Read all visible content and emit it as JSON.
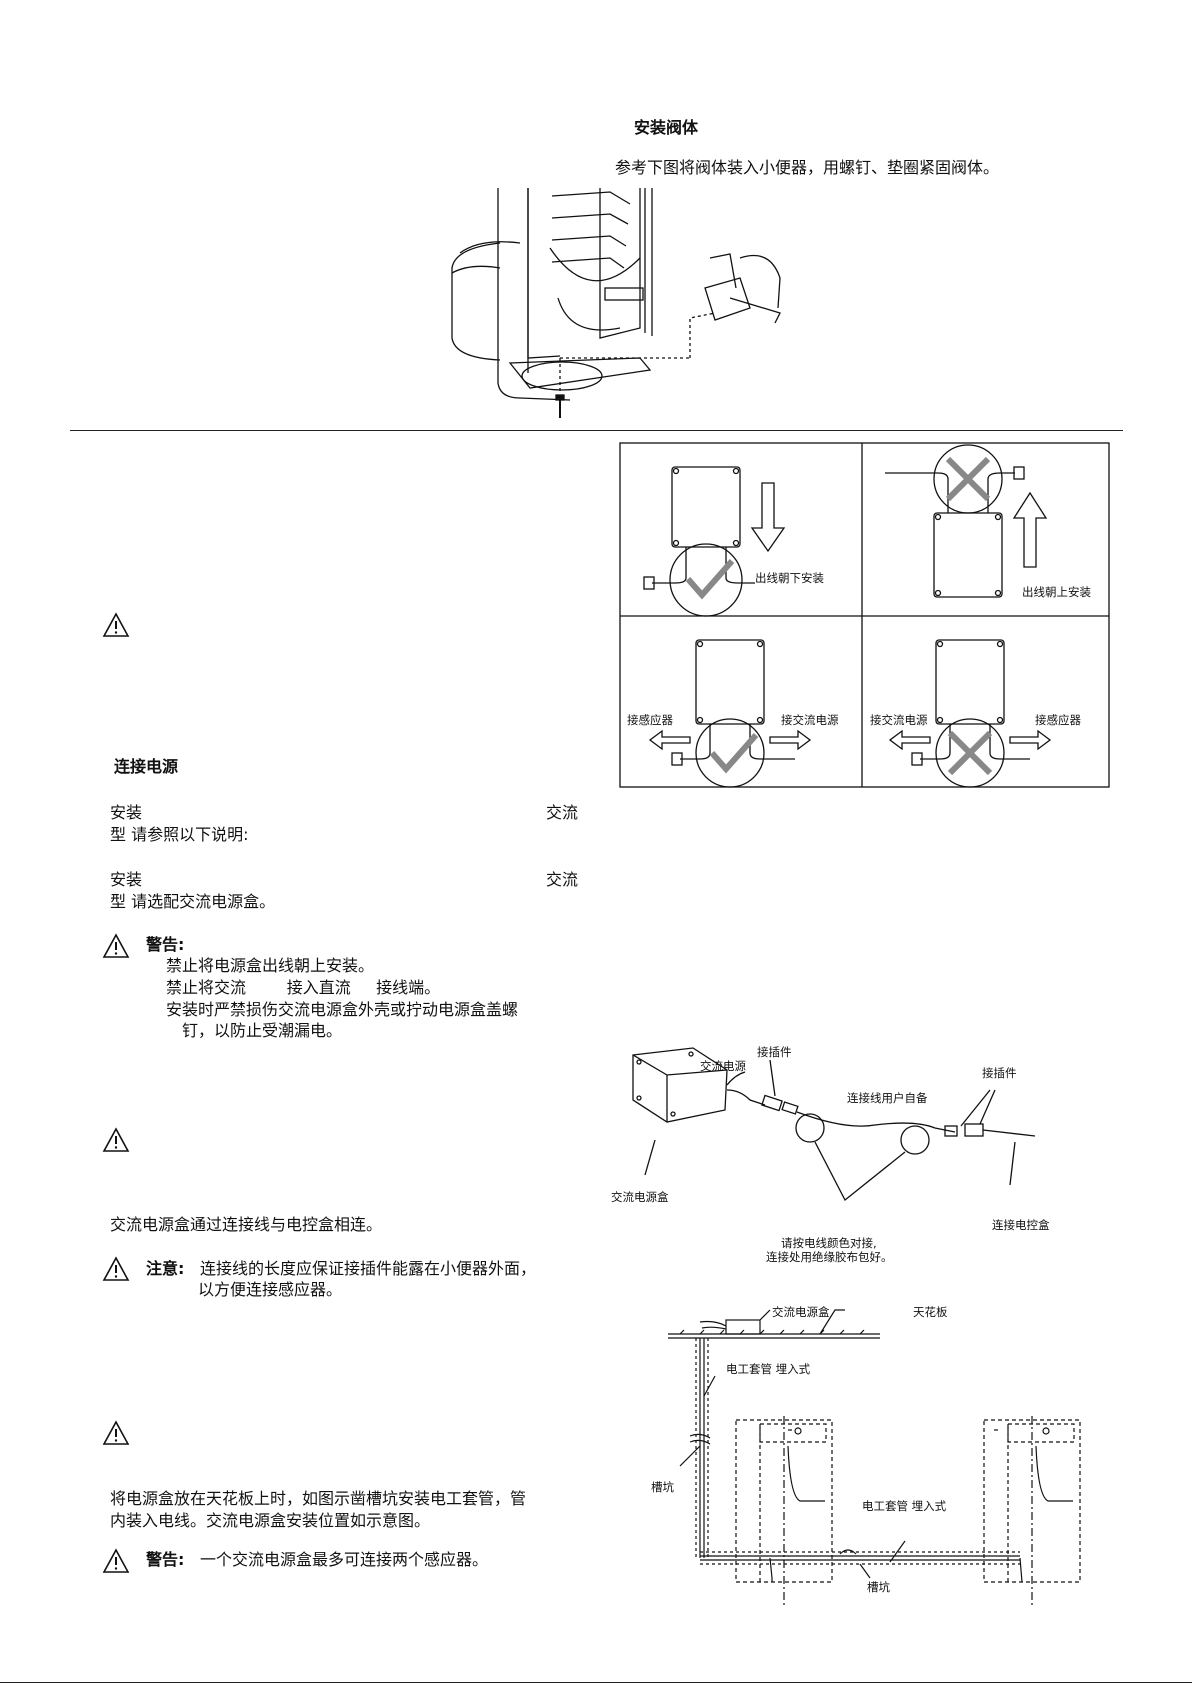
{
  "valve_section": {
    "heading": "安装阀体",
    "instruction": "参考下图将阀体装入小便器，用螺钉、垫圈紧固阀体。"
  },
  "orientation_figure": {
    "panel_tl_label": "出线朝下安装",
    "panel_tr_label": "出线朝上安装",
    "panel_bl_left": "接感应器",
    "panel_bl_right": "接交流电源",
    "panel_br_left": "接交流电源",
    "panel_br_right": "接感应器"
  },
  "power_section": {
    "heading": "连接电源",
    "line1_left": "安装",
    "line1_right": "交流",
    "line1_cont": "型 请参照以下说明:",
    "line2_left": "安装",
    "line2_right": "交流",
    "line2_cont": "型 请选配交流电源盒。",
    "warning_label": "警告:",
    "warning_items": [
      "禁止将电源盒出线朝上安装。",
      "禁止将交流        接入直流     接线端。",
      "安装时严禁损伤交流电源盒外壳或拧动电源盒盖螺",
      "钉，以防止受潮漏电。"
    ],
    "connect_text": "交流电源盒通过连接线与电控盒相连。",
    "note_label": "注意:",
    "note_line1": "连接线的长度应保证接插件能露在小便器外面，",
    "note_line2": "以方便连接感应器。",
    "ceiling_line1": "将电源盒放在天花板上时，如图示凿槽坑安装电工套管，管",
    "ceiling_line2": "内装入电线。交流电源盒安装位置如示意图。",
    "warning2_label": "警告:",
    "warning2_text": "一个交流电源盒最多可连接两个感应器。"
  },
  "wiring_figure": {
    "ac_power": "交流电源",
    "connector1": "接插件",
    "connector2": "接插件",
    "user_supplied": "连接线用户自备",
    "ac_box": "交流电源盒",
    "control_box": "连接电控盒",
    "caption_line1": "请按电线颜色对接,",
    "caption_line2": "连接处用绝缘胶布包好。"
  },
  "ceiling_figure": {
    "ac_box": "交流电源盒",
    "ceiling": "天花板",
    "conduit_top": "电工套管 埋入式",
    "trench_left": "槽坑",
    "conduit_bottom": "电工套管 埋入式",
    "trench_bottom": "槽坑"
  }
}
